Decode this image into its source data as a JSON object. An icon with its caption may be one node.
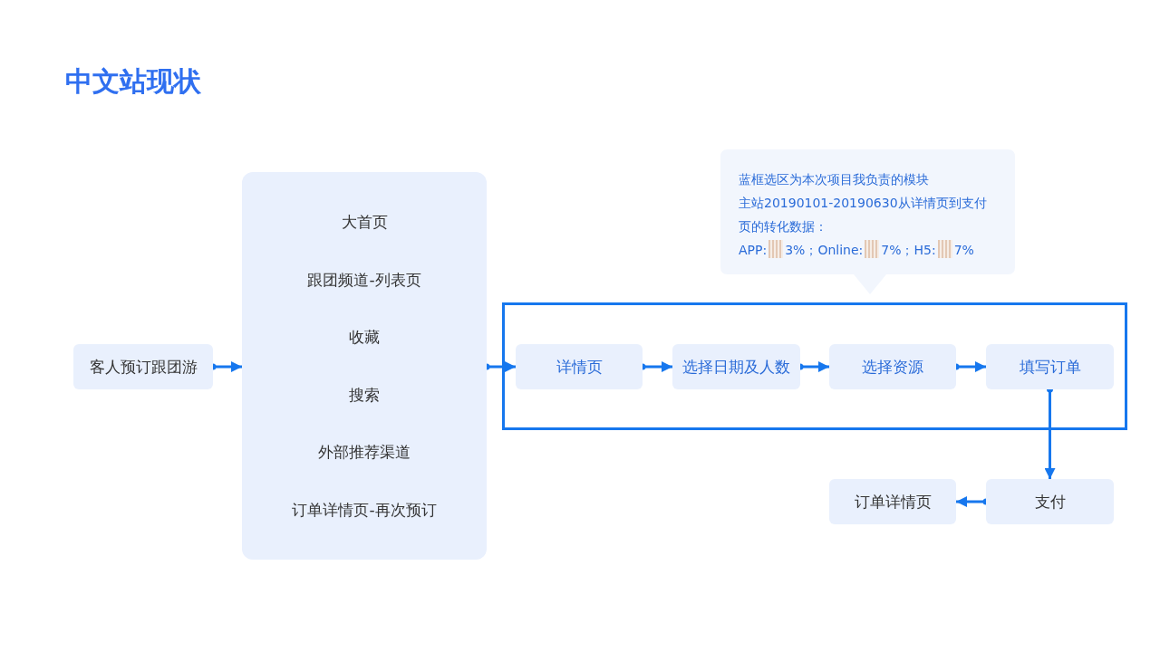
{
  "diagram": {
    "title": "中文站现状",
    "nodes": [
      {
        "text": [
          "客人预订跟团游"
        ]
      },
      {
        "text": [
          "大首页",
          "跟团频道-列表页",
          "收藏",
          "搜索",
          "外部推荐渠道",
          "订单详情页-再次预订"
        ]
      },
      {
        "text": [
          "蓝框选区为本次项目我负责的模块",
          "主站20190101-20190630从详情页到支付页的转化数据：",
          "APP:",
          "3%；Online:",
          "7%；H5:",
          "7%"
        ]
      },
      {
        "text": [],
        "shape": "box"
      },
      {
        "text": [
          "详情页"
        ],
        "in": 3
      },
      {
        "text": [
          "选择日期及人数"
        ],
        "in": 3
      },
      {
        "text": [
          "选择资源"
        ],
        "in": 3
      },
      {
        "text": [
          "填写订单"
        ],
        "in": 3
      },
      {
        "text": [
          "订单详情页"
        ]
      },
      {
        "text": [
          "支付"
        ]
      }
    ],
    "edges": [
      {
        "from": 0,
        "to": 1,
        "arrow": "to"
      },
      {
        "from": 1,
        "to": 4,
        "arrow": "to"
      },
      {
        "from": 4,
        "to": 5,
        "arrow": "to"
      },
      {
        "from": 5,
        "to": 6,
        "arrow": "to"
      },
      {
        "from": 6,
        "to": 7,
        "arrow": "to"
      },
      {
        "from": 7,
        "to": 9,
        "arrow": "to"
      },
      {
        "from": 9,
        "to": 8,
        "arrow": "to"
      }
    ]
  }
}
